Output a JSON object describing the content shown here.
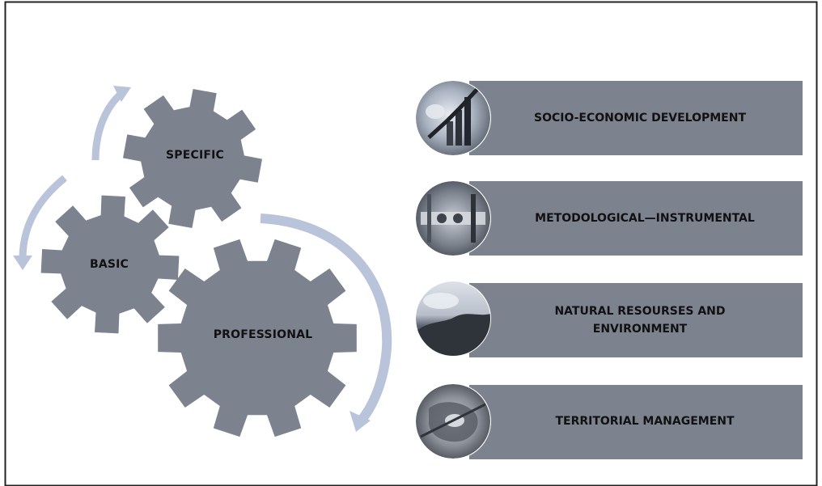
{
  "gears": {
    "specific": {
      "label": "SPECIFIC"
    },
    "basic": {
      "label": "BASIC"
    },
    "professional": {
      "label": "PROFESSIONAL"
    }
  },
  "areas": [
    {
      "lines": [
        "SOCIO-ECONOMIC DEVELOPMENT"
      ],
      "icon": "growth-chart-icon"
    },
    {
      "lines": [
        "METODOLOGICAL—INSTRUMENTAL"
      ],
      "icon": "instruments-icon"
    },
    {
      "lines": [
        "NATURAL RESOURSES AND",
        "ENVIRONMENT"
      ],
      "icon": "landscape-icon"
    },
    {
      "lines": [
        "TERRITORIAL MANAGEMENT"
      ],
      "icon": "map-icon"
    }
  ],
  "colors": {
    "gear": "#7d828f",
    "bar": "#7d828f",
    "arrow": "#b9c4db",
    "border": "#222222"
  }
}
